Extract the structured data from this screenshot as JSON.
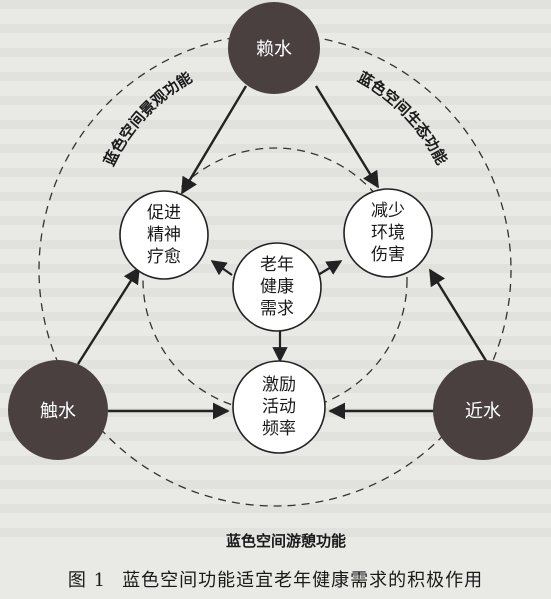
{
  "diagram": {
    "top_node": "赖水",
    "left_node": "触水",
    "right_node": "近水",
    "center_node": [
      "老年",
      "健康",
      "需求"
    ],
    "node_upper_left": [
      "促进",
      "精神",
      "疗愈"
    ],
    "node_upper_right": [
      "减少",
      "环境",
      "伤害"
    ],
    "node_bottom": [
      "激励",
      "活动",
      "频率"
    ],
    "arc_left_label": "蓝色空间景观功能",
    "arc_right_label": "蓝色空间生态功能",
    "arc_bottom_label": "蓝色空间游憩功能"
  },
  "caption": {
    "number": "图 1",
    "text": "蓝色空间功能适宜老年健康需求的积极作用"
  },
  "colors": {
    "dark_node": "#4a4040",
    "line": "#222222",
    "background": "#e9e9e5"
  }
}
